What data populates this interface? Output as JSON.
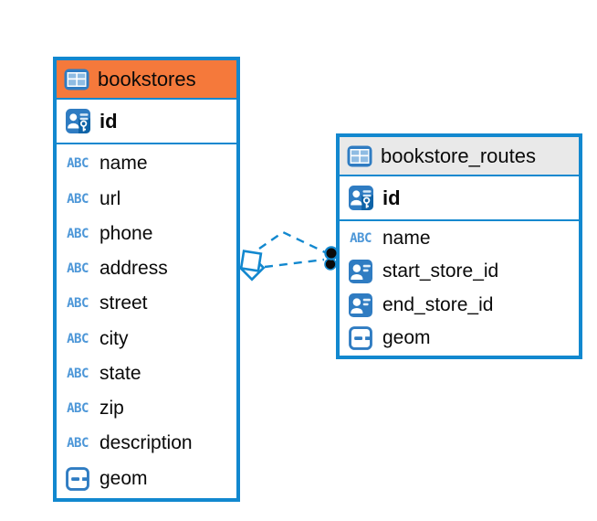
{
  "colors": {
    "accent_blue": "#1288CF",
    "icon_blue": "#2F7CC2",
    "icon_blue_light": "#8FBCE3",
    "key_dark_blue": "#0E63A7",
    "abc_blue": "#4D97D8",
    "header_orange": "#F5793B",
    "header_gray": "#E9E9E9",
    "text_black": "#0A0A0A",
    "dot_black": "#0A0A0A",
    "canvas_white": "#FFFFFF"
  },
  "icons": {
    "text_glyph": "ABC"
  },
  "tables": [
    {
      "name": "bookstores",
      "icon": "table-icon",
      "primary_key": {
        "label": "id",
        "icon": "primary-key-icon"
      },
      "columns": [
        {
          "label": "name",
          "icon": "text-type-icon"
        },
        {
          "label": "url",
          "icon": "text-type-icon"
        },
        {
          "label": "phone",
          "icon": "text-type-icon"
        },
        {
          "label": "address",
          "icon": "text-type-icon"
        },
        {
          "label": "street",
          "icon": "text-type-icon"
        },
        {
          "label": "city",
          "icon": "text-type-icon"
        },
        {
          "label": "state",
          "icon": "text-type-icon"
        },
        {
          "label": "zip",
          "icon": "text-type-icon"
        },
        {
          "label": "description",
          "icon": "text-type-icon"
        },
        {
          "label": "geom",
          "icon": "geometry-type-icon"
        }
      ]
    },
    {
      "name": "bookstore_routes",
      "icon": "table-icon",
      "primary_key": {
        "label": "id",
        "icon": "primary-key-icon"
      },
      "columns": [
        {
          "label": "name",
          "icon": "text-type-icon"
        },
        {
          "label": "start_store_id",
          "icon": "foreign-key-icon"
        },
        {
          "label": "end_store_id",
          "icon": "foreign-key-icon"
        },
        {
          "label": "geom",
          "icon": "geometry-type-icon"
        }
      ]
    }
  ],
  "relationships": [
    {
      "from_table": "bookstores",
      "to_table": "bookstore_routes",
      "line_style": "dashed",
      "source_marker": "double-diamond",
      "target_marker": "double-dot"
    },
    {
      "from_table": "bookstores",
      "to_table": "bookstore_routes",
      "line_style": "dashed",
      "source_marker": "double-diamond",
      "target_marker": "double-dot"
    }
  ]
}
